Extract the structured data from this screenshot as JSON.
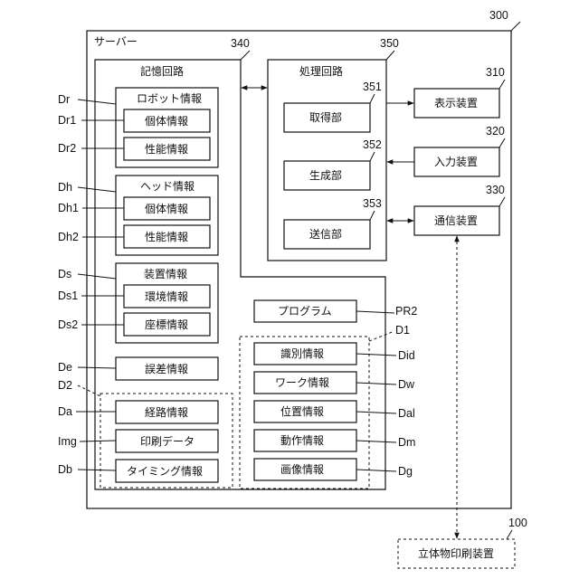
{
  "server": {
    "title": "サーバー",
    "ref": "300"
  },
  "memory": {
    "title": "記憶回路",
    "ref": "340",
    "robot": {
      "title": "ロボット情報",
      "ref": "Dr",
      "items": [
        {
          "label": "個体情報",
          "ref": "Dr1"
        },
        {
          "label": "性能情報",
          "ref": "Dr2"
        }
      ]
    },
    "head": {
      "title": "ヘッド情報",
      "ref": "Dh",
      "items": [
        {
          "label": "個体情報",
          "ref": "Dh1"
        },
        {
          "label": "性能情報",
          "ref": "Dh2"
        }
      ]
    },
    "device": {
      "title": "装置情報",
      "ref": "Ds",
      "items": [
        {
          "label": "環境情報",
          "ref": "Ds1"
        },
        {
          "label": "座標情報",
          "ref": "Ds2"
        }
      ]
    },
    "error": {
      "label": "誤差情報",
      "ref": "De"
    },
    "d2": {
      "ref": "D2",
      "items": [
        {
          "label": "経路情報",
          "ref": "Da"
        },
        {
          "label": "印刷データ",
          "ref": "Img"
        },
        {
          "label": "タイミング情報",
          "ref": "Db"
        }
      ]
    },
    "program": {
      "label": "プログラム",
      "ref": "PR2"
    },
    "d1": {
      "ref": "D1",
      "items": [
        {
          "label": "識別情報",
          "ref": "Did"
        },
        {
          "label": "ワーク情報",
          "ref": "Dw"
        },
        {
          "label": "位置情報",
          "ref": "Dal"
        },
        {
          "label": "動作情報",
          "ref": "Dm"
        },
        {
          "label": "画像情報",
          "ref": "Dg"
        }
      ]
    }
  },
  "processing": {
    "title": "処理回路",
    "ref": "350",
    "units": [
      {
        "label": "取得部",
        "ref": "351"
      },
      {
        "label": "生成部",
        "ref": "352"
      },
      {
        "label": "送信部",
        "ref": "353"
      }
    ]
  },
  "display": {
    "label": "表示装置",
    "ref": "310"
  },
  "input": {
    "label": "入力装置",
    "ref": "320"
  },
  "comm": {
    "label": "通信装置",
    "ref": "330"
  },
  "printer": {
    "label": "立体物印刷装置",
    "ref": "100"
  }
}
